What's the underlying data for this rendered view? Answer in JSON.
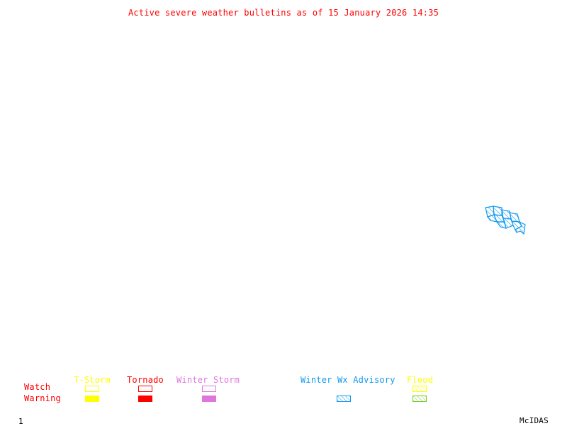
{
  "title": "Active severe weather bulletins as of 15 January 2026 14:35",
  "legend": {
    "row_labels": {
      "watch": "Watch",
      "warning": "Warning",
      "color": "#ff0000"
    },
    "categories": [
      {
        "name": "T-Storm",
        "color": "#ffff00",
        "watch_style": "outline",
        "warning_style": "filled",
        "has_watch": true,
        "has_warning": true
      },
      {
        "name": "Tornado",
        "color": "#ff0000",
        "watch_style": "outline",
        "warning_style": "filled",
        "has_watch": true,
        "has_warning": true
      },
      {
        "name": "Winter Storm",
        "color": "#dd77dd",
        "watch_style": "outline",
        "warning_style": "filled",
        "has_watch": true,
        "has_warning": true
      },
      {
        "name": "Winter Wx Advisory",
        "color": "#1199ee",
        "warning_style": "hatched",
        "has_watch": false,
        "has_warning": true
      },
      {
        "name": "Flood",
        "color": "#ffff00",
        "warning_color": "#77cc22",
        "watch_style": "hatched",
        "warning_style": "hatched",
        "has_watch": true,
        "has_warning": true
      }
    ]
  },
  "alerts": [
    {
      "type": "Winter Wx Advisory",
      "style": "hatched",
      "color": "#1199ee"
    }
  ],
  "footer": {
    "frame_number": "1",
    "software": "McIDAS"
  }
}
